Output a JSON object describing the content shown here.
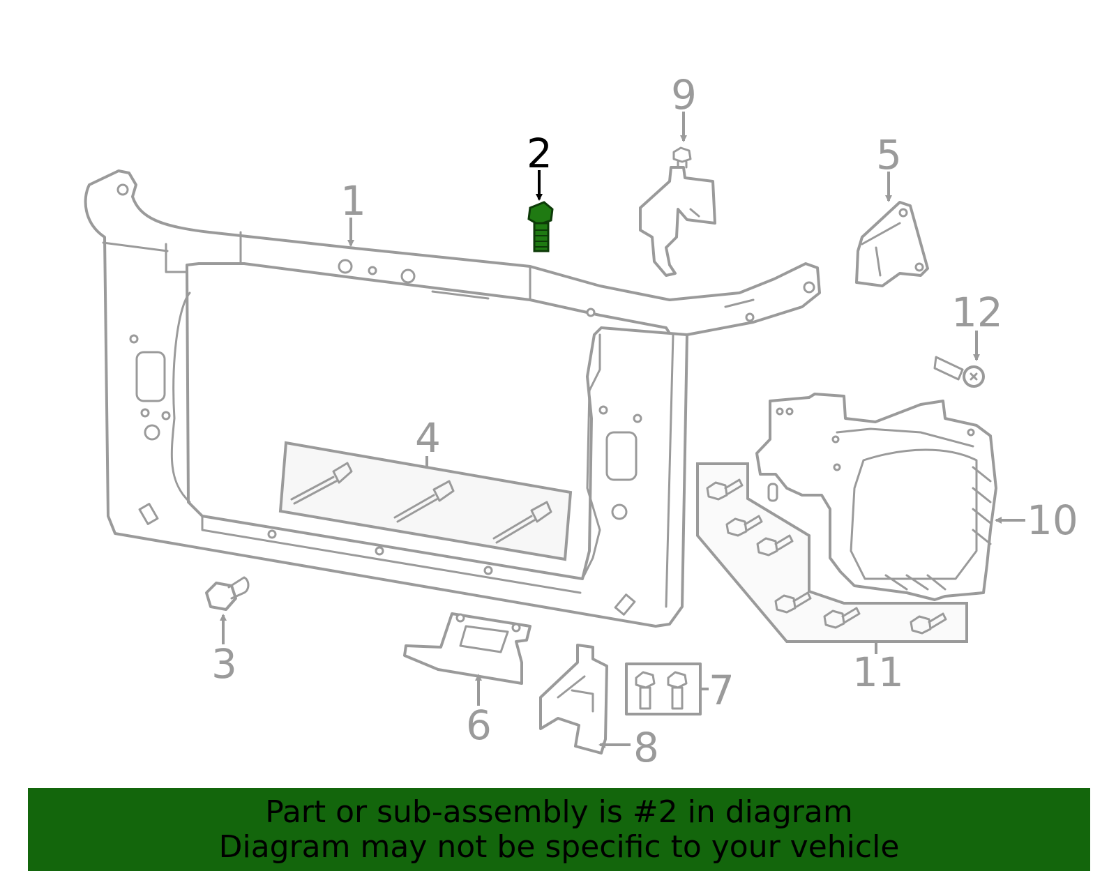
{
  "callouts": {
    "c1": "1",
    "c2": "2",
    "c3": "3",
    "c4": "4",
    "c5": "5",
    "c6": "6",
    "c7": "7",
    "c8": "8",
    "c9": "9",
    "c10": "10",
    "c11": "11",
    "c12": "12"
  },
  "highlight": {
    "part": "2",
    "color": "#1f7a12"
  },
  "banner": {
    "line1": "Part or sub-assembly is #2 in diagram",
    "line2": "Diagram may not be specific to your vehicle",
    "background": "#13660c"
  }
}
